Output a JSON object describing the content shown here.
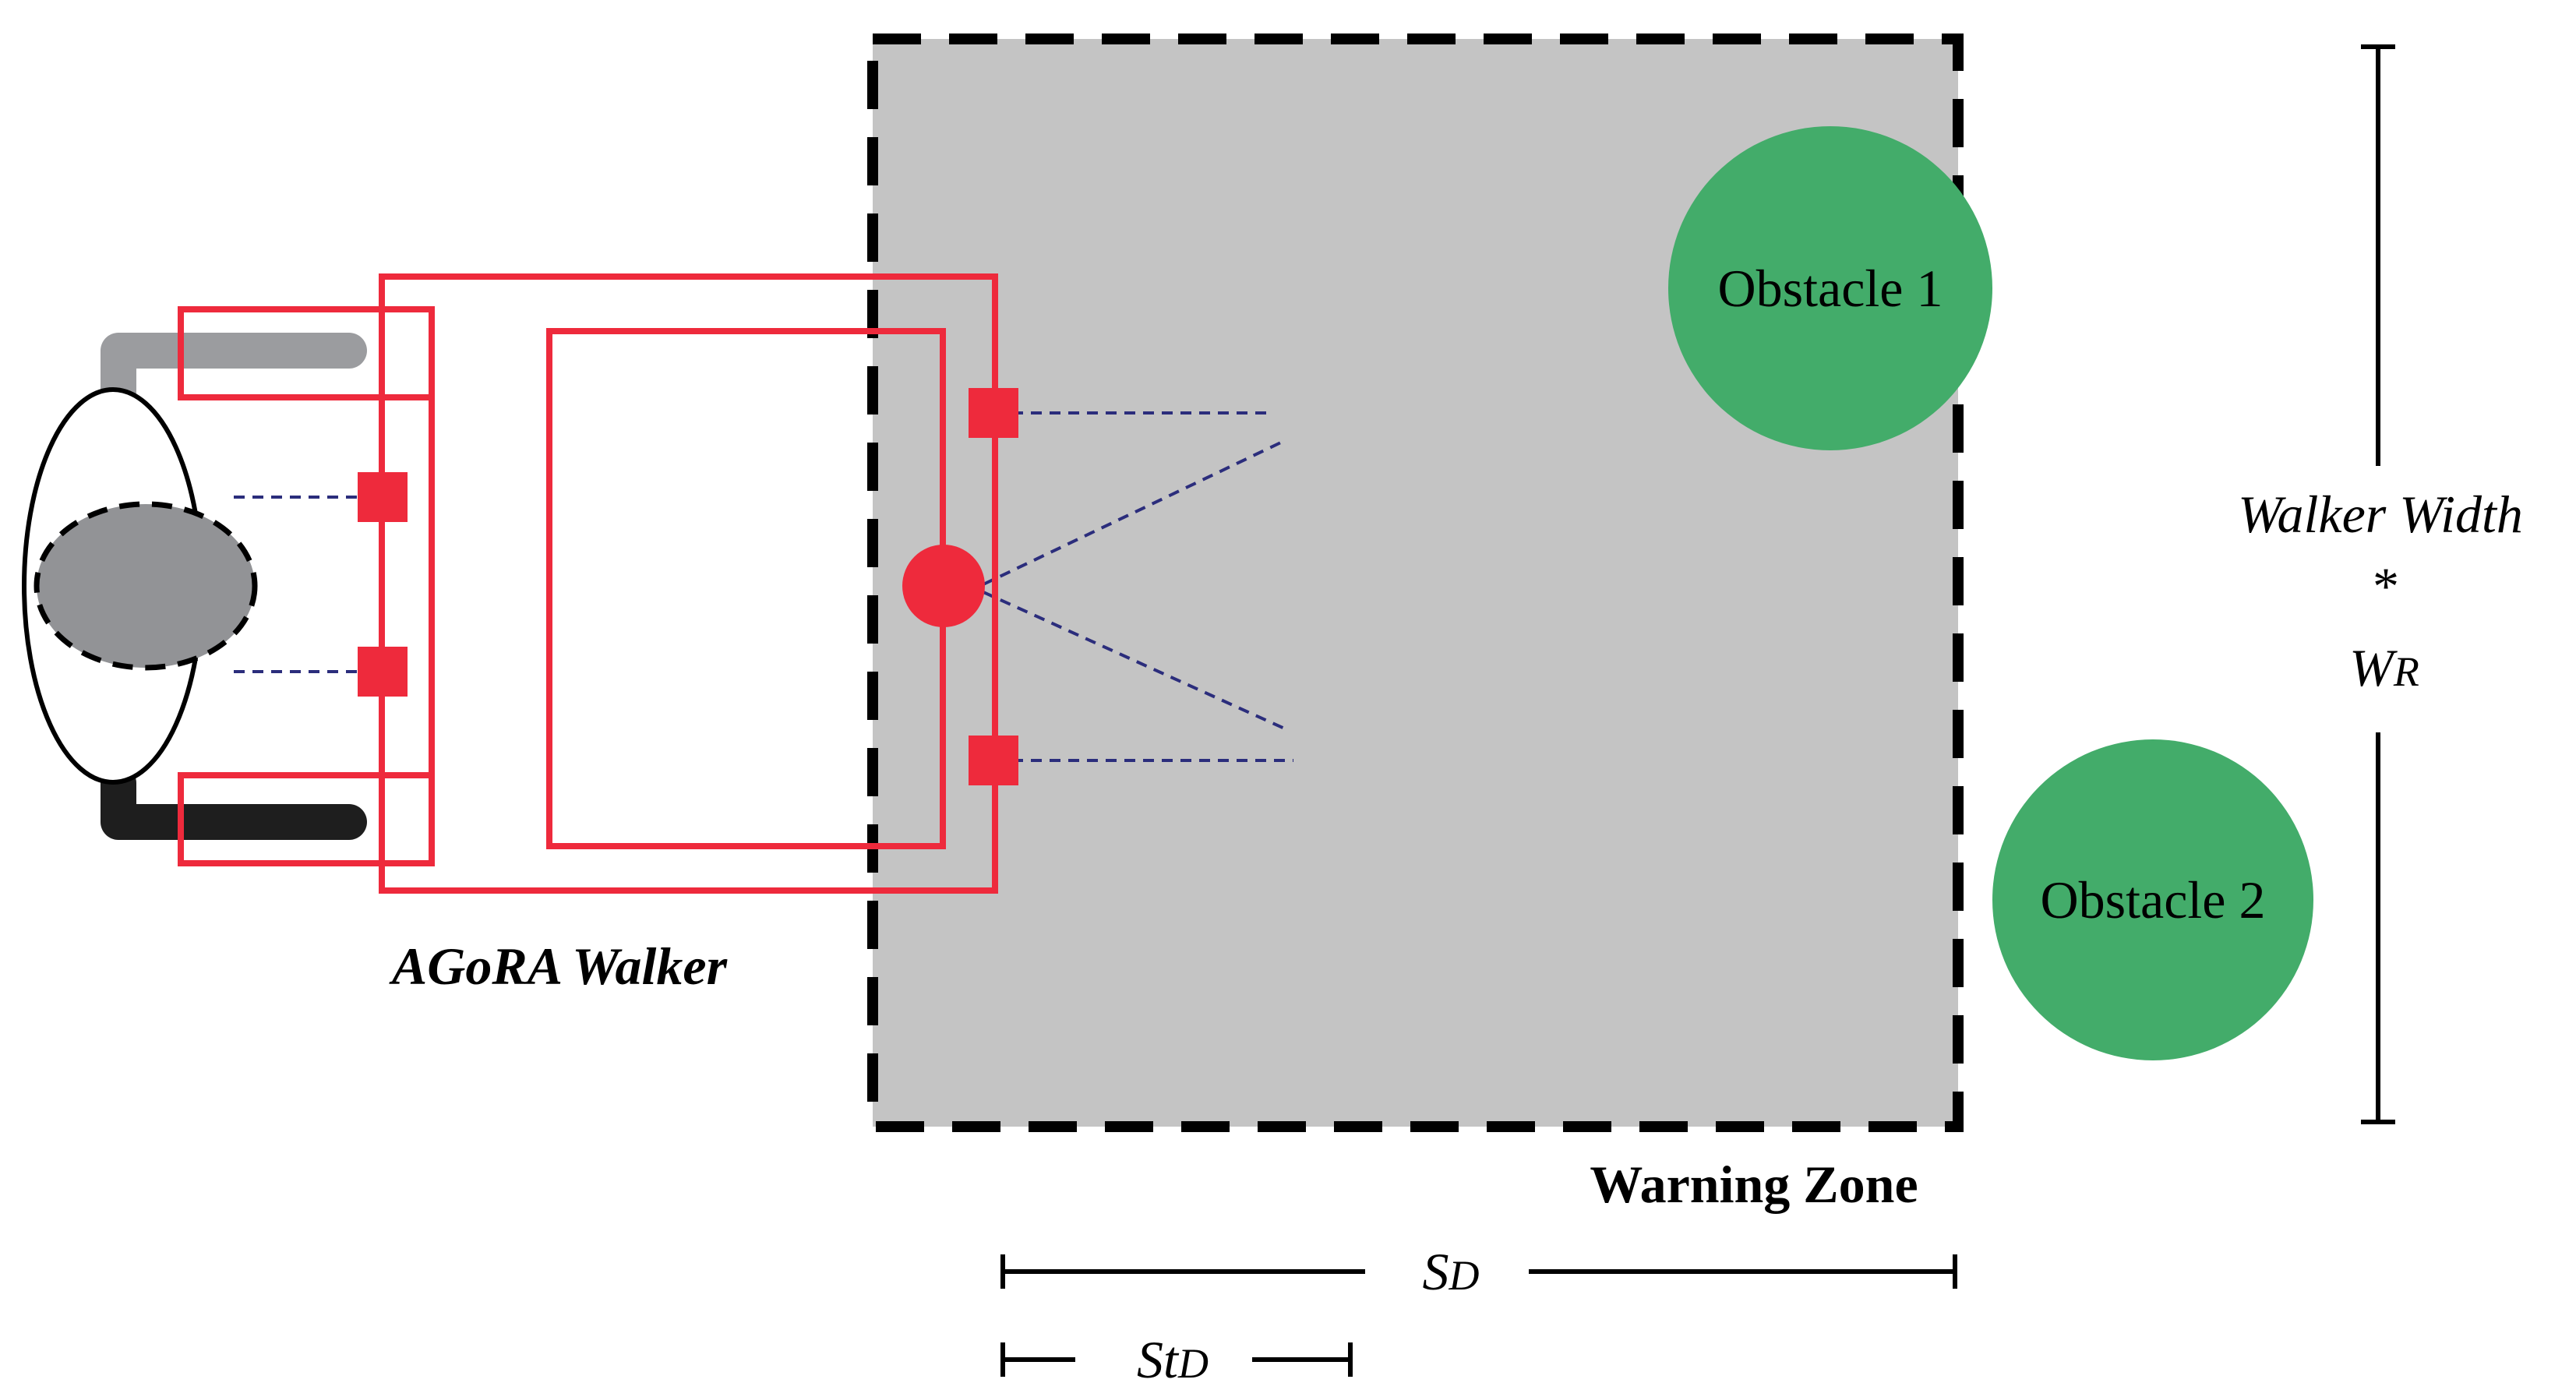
{
  "labels": {
    "walker": "AGoRA Walker",
    "zone": "Warning Zone",
    "obstacle1": "Obstacle 1",
    "obstacle2": "Obstacle 2",
    "width_line1": "Walker Width",
    "width_star": "*",
    "wr_main": "W",
    "wr_sub": "R",
    "sd_main": "S",
    "sd_sub": "D",
    "std_main": "St",
    "std_sub": "D"
  },
  "colors": {
    "frame_red": "#ee2a3c",
    "zone_fill": "#c4c4c4",
    "obstacle_green": "#43ac6a",
    "sensor_beam": "#2b2d7c",
    "handle_light": "#9b9c9f",
    "handle_dark": "#1e1e1e",
    "head_gray": "#929396"
  }
}
